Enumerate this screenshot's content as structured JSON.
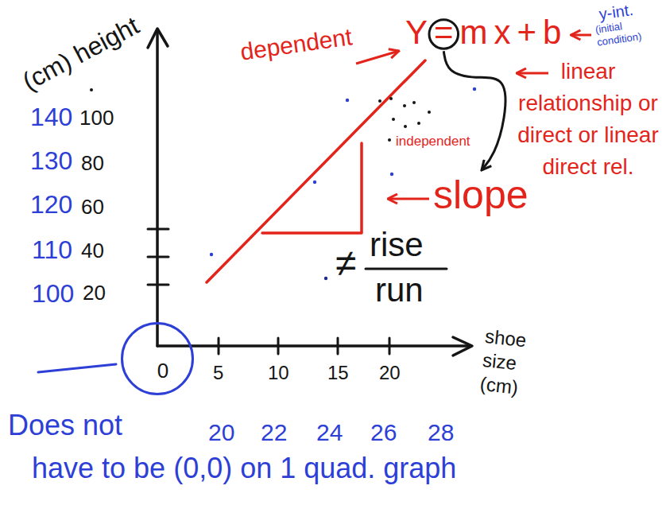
{
  "diagram": {
    "nodes": [
      {
        "text": [
          "0"
        ]
      }
    ],
    "labels": [
      "(cm) height",
      "140",
      "100",
      "130",
      "80",
      "120",
      "60",
      "110",
      "40",
      "100",
      "20",
      "dependent",
      "Y=mx+b",
      "y-int.",
      "(initial condition)",
      "linear relationship or direct or linear direct rel.",
      "independent",
      "slope",
      "≠",
      "rise",
      "run",
      "5",
      "10",
      "15",
      "20",
      "shoe size (cm)",
      "Does not have to be (0,0) on 1 quad. graph",
      "20",
      "22",
      "24",
      "26",
      "28"
    ]
  }
}
